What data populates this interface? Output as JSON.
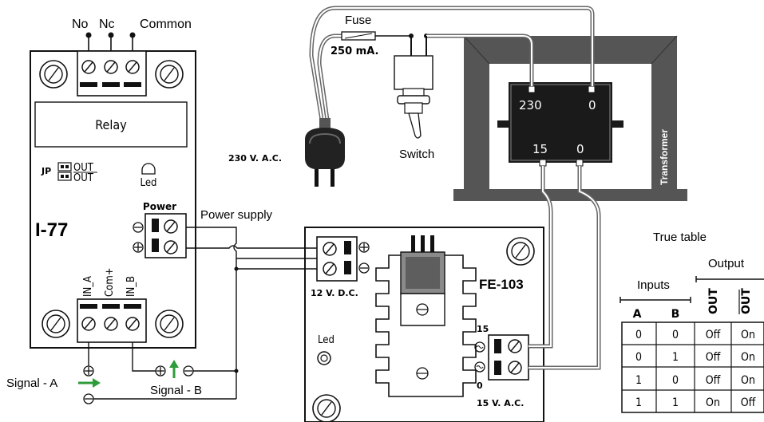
{
  "relay_module": {
    "name": "I-77",
    "relay_label": "Relay",
    "contacts": {
      "no": "No",
      "nc": "Nc",
      "common": "Common"
    },
    "jp_label": "JP",
    "jp_out": "OUT",
    "jp_out_inv": "OUT",
    "led_label": "Led",
    "power_label": "Power",
    "inputs": {
      "in_a": "IN_A",
      "com": "Com+",
      "in_b": "IN_B"
    }
  },
  "supply_module": {
    "name": "FE-103",
    "dc_label": "12 V. D.C.",
    "ac_label": "15 V. A.C.",
    "led_label": "Led",
    "ac_top": "15",
    "ac_bottom": "0"
  },
  "transformer": {
    "name": "Transformer",
    "primary_left": "230",
    "primary_right": "0",
    "secondary_left": "15",
    "secondary_right": "0"
  },
  "mains": {
    "fuse_label": "Fuse",
    "fuse_rating": "250 mA.",
    "switch_label": "Switch",
    "plug_label": "230 V. A.C."
  },
  "wiring": {
    "power_supply_label": "Power supply",
    "signal_a": "Signal - A",
    "signal_b": "Signal - B"
  },
  "truth_table": {
    "title": "True table",
    "output_header": "Output",
    "inputs_header": "Inputs",
    "columns": [
      "A",
      "B",
      "OUT",
      "OUT"
    ],
    "rows": [
      [
        "0",
        "0",
        "Off",
        "On"
      ],
      [
        "0",
        "1",
        "Off",
        "On"
      ],
      [
        "1",
        "0",
        "Off",
        "On"
      ],
      [
        "1",
        "1",
        "On",
        "Off"
      ]
    ]
  }
}
